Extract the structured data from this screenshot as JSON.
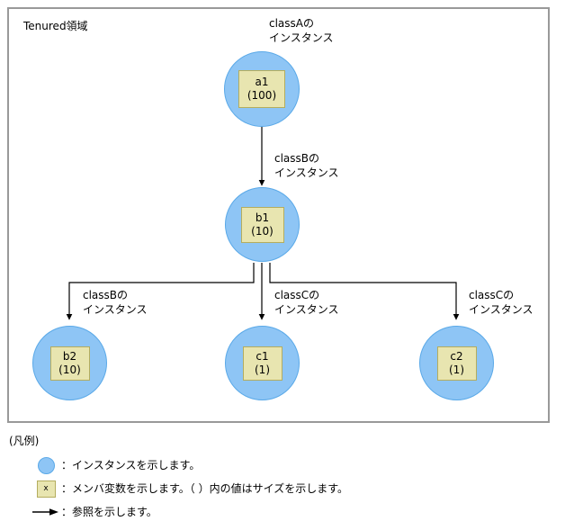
{
  "frame": {
    "title": "Tenured領域"
  },
  "nodes": [
    {
      "id": "a1",
      "name": "a1",
      "size": "(100)",
      "label_line1": "classAの",
      "label_line2": "インスタンス"
    },
    {
      "id": "b1",
      "name": "b1",
      "size": "(10)",
      "label_line1": "classBの",
      "label_line2": "インスタンス"
    },
    {
      "id": "b2",
      "name": "b2",
      "size": "(10)",
      "label_line1": "classBの",
      "label_line2": "インスタンス"
    },
    {
      "id": "c1",
      "name": "c1",
      "size": "(1)",
      "label_line1": "classCの",
      "label_line2": "インスタンス"
    },
    {
      "id": "c2",
      "name": "c2",
      "size": "(1)",
      "label_line1": "classCの",
      "label_line2": "インスタンス"
    }
  ],
  "legend": {
    "title": "(凡例)",
    "items": [
      {
        "icon": "instance-circle-icon",
        "text": "：インスタンスを示します。"
      },
      {
        "icon": "member-variable-box-icon",
        "glyph": "x",
        "text": "：メンバ変数を示します。（ ）内の値はサイズを示します。"
      },
      {
        "icon": "reference-arrow-icon",
        "text": "：参照を示します。"
      }
    ]
  },
  "colors": {
    "instance_fill": "#8ec5f5",
    "instance_stroke": "#5aa9e8",
    "member_fill": "#e8e5b0",
    "member_stroke": "#b4ad5e",
    "frame_stroke": "#999999",
    "line": "#000000"
  }
}
